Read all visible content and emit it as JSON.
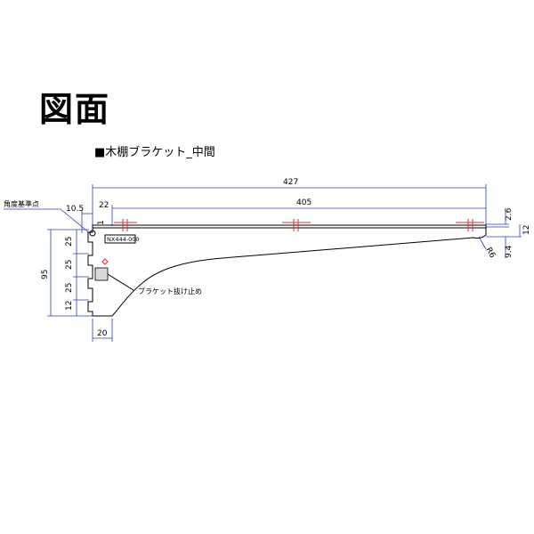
{
  "title": "図面",
  "drawing_title": "■木棚ブラケット_中間",
  "labels": {
    "angle_reference": "角度基準点",
    "part_number": "NX444-000",
    "stopper": "ブラケット抜け止め"
  },
  "dimensions": {
    "overall_length": "427",
    "shelf_length": "405",
    "offset_ref": "10.5",
    "offset_start": "22",
    "small_1": "1",
    "thickness": "2.6",
    "height_12": "12",
    "tip_height": "9.4",
    "radius": "R6",
    "total_height": "95",
    "pitch_1": "25",
    "pitch_2": "25",
    "pitch_3": "25",
    "bottom_12": "12",
    "width_20": "20"
  },
  "colors": {
    "dimension": "#2b3fb5",
    "part": "#000000",
    "mark": "#d23030"
  }
}
